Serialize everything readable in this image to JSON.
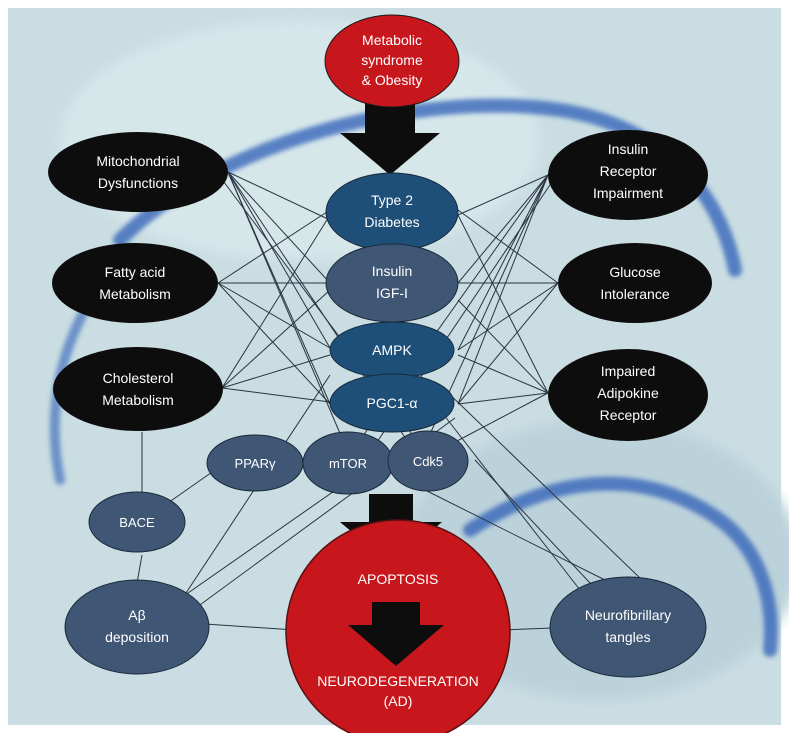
{
  "nodes": {
    "metabolic": [
      "Metabolic",
      "syndrome",
      "& Obesity"
    ],
    "mito": [
      "Mitochondrial",
      "Dysfunctions"
    ],
    "fatty": [
      "Fatty acid",
      "Metabolism"
    ],
    "cholesterol": [
      "Cholesterol",
      "Metabolism"
    ],
    "insulin_receptor": [
      "Insulin",
      "Receptor",
      "Impairment"
    ],
    "glucose": [
      "Glucose",
      "Intolerance"
    ],
    "adipokine": [
      "Impaired",
      "Adipokine",
      "Receptor"
    ],
    "t2d": [
      "Type 2",
      "Diabetes"
    ],
    "insulin_igf": [
      "Insulin",
      "IGF-I"
    ],
    "ampk": [
      "AMPK"
    ],
    "pgc": [
      "PGC1-α"
    ],
    "ppar": [
      "PPARγ"
    ],
    "mtor": [
      "mTOR"
    ],
    "cdk5": [
      "Cdk5"
    ],
    "bace": [
      "BACE"
    ],
    "abeta": [
      "Aβ",
      "deposition"
    ],
    "nft": [
      "Neurofibrillary",
      "tangles"
    ],
    "apoptosis": [
      "APOPTOSIS"
    ],
    "neuro": [
      "NEURODEGENERATION",
      "(AD)"
    ]
  },
  "colors": {
    "red": "#c8171c",
    "black": "#0d0d0d",
    "teal": "#1e4f78",
    "slate": "#3f5674",
    "background": "#c9dde2",
    "hippocampus": "#2d5fb8"
  }
}
